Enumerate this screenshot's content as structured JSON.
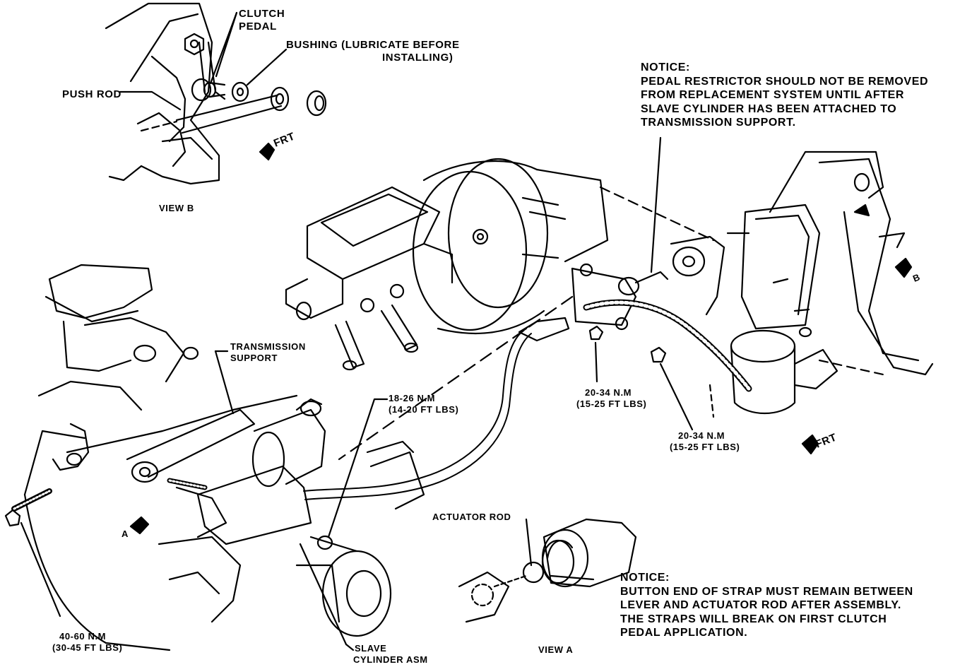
{
  "labels": {
    "clutch_pedal": [
      "CLUTCH",
      "PEDAL"
    ],
    "bushing": [
      "BUSHING (LUBRICATE BEFORE",
      "INSTALLING)"
    ],
    "push_rod": "PUSH ROD",
    "frt_b": "FRT",
    "view_b": "VIEW   B",
    "transmission_support": [
      "TRANSMISSION",
      "SUPPORT"
    ],
    "torque_slave_bolt": [
      "18-26 N.M",
      "(14-20 FT LBS)"
    ],
    "torque_booster_nut": [
      "20-34 N.M",
      "(15-25 FT LBS)"
    ],
    "torque_reservoir_nut": [
      "20-34 N.M",
      "(15-25 FT LBS)"
    ],
    "frt_a": "FRT",
    "b_marker": "B",
    "a_marker": "A",
    "actuator_rod": "ACTUATOR ROD",
    "torque_bellhousing": [
      "40-60 N.M",
      "(30-45 FT LBS)"
    ],
    "slave_cylinder": [
      "SLAVE",
      "CYLINDER ASM"
    ],
    "view_a": "VIEW   A"
  },
  "notices": {
    "restrictor": {
      "heading": "NOTICE:",
      "lines": [
        "PEDAL RESTRICTOR SHOULD NOT BE REMOVED",
        "FROM REPLACEMENT SYSTEM UNTIL AFTER",
        "SLAVE CYLINDER HAS BEEN ATTACHED TO",
        "TRANSMISSION SUPPORT."
      ]
    },
    "strap": {
      "heading": "NOTICE:",
      "lines": [
        "BUTTON END OF STRAP MUST REMAIN BETWEEN",
        "LEVER AND ACTUATOR ROD AFTER ASSEMBLY.",
        "THE STRAPS WILL BREAK ON FIRST CLUTCH",
        "PEDAL APPLICATION."
      ]
    }
  },
  "colors": {
    "ink": "#000000",
    "paper": "#ffffff"
  }
}
